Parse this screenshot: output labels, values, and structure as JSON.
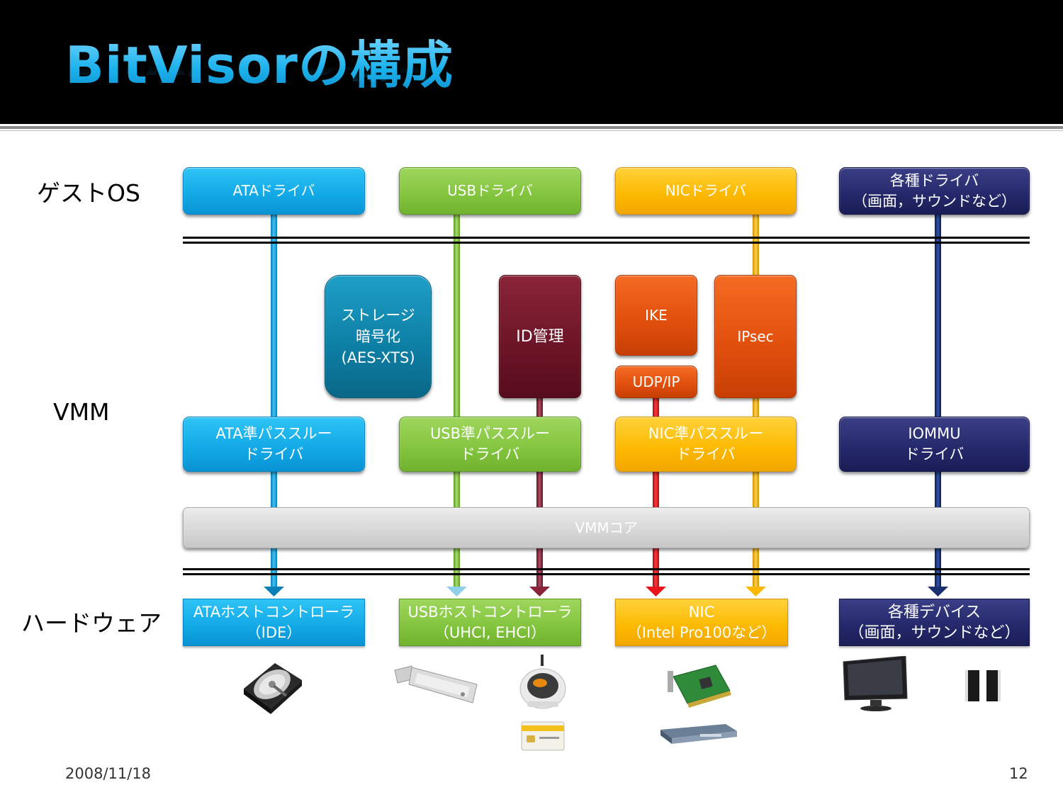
{
  "slide": {
    "title": "BitVisorの構成",
    "date": "2008/11/18",
    "page_number": "12"
  },
  "layers": {
    "guest": "ゲストOS",
    "vmm": "VMM",
    "hardware": "ハードウェア"
  },
  "guest_drivers": {
    "ata": "ATAドライバ",
    "usb": "USBドライバ",
    "nic": "NICドライバ",
    "misc": "各種ドライバ\n（画面，サウンドなど）"
  },
  "vmm_modules": {
    "storage": "ストレージ\n暗号化\n(AES-XTS)",
    "id": "ID管理",
    "ike": "IKE",
    "udpip": "UDP/IP",
    "ipsec": "IPsec"
  },
  "vmm_drivers": {
    "ata": "ATA準パススルー\nドライバ",
    "usb": "USB準パススルー\nドライバ",
    "nic": "NIC準パススルー\nドライバ",
    "iommu": "IOMMU\nドライバ"
  },
  "vmm_core": "VMMコア",
  "hardware_devices": {
    "ata": "ATAホストコントローラ\n（IDE）",
    "usb": "USBホストコントローラ\n（UHCI, EHCI）",
    "nic": "NIC\n（Intel Pro100など）",
    "misc": "各種デバイス\n（画面，サウンドなど）"
  },
  "colors": {
    "ata": "#11a8e6",
    "usb": "#83c43e",
    "nic": "#fcb800",
    "device": "#24286a",
    "storage": "#0d7ea3",
    "id": "#6b1426",
    "ipsec": "#e04e0c",
    "core": "#d6d6d6",
    "nic_path_red": "#e8141c"
  },
  "icons": [
    "hard-disk-icon",
    "usb-stick-icon",
    "card-reader-icon",
    "smart-card-icon",
    "network-card-icon",
    "router-icon",
    "monitor-icon",
    "speakers-icon"
  ]
}
